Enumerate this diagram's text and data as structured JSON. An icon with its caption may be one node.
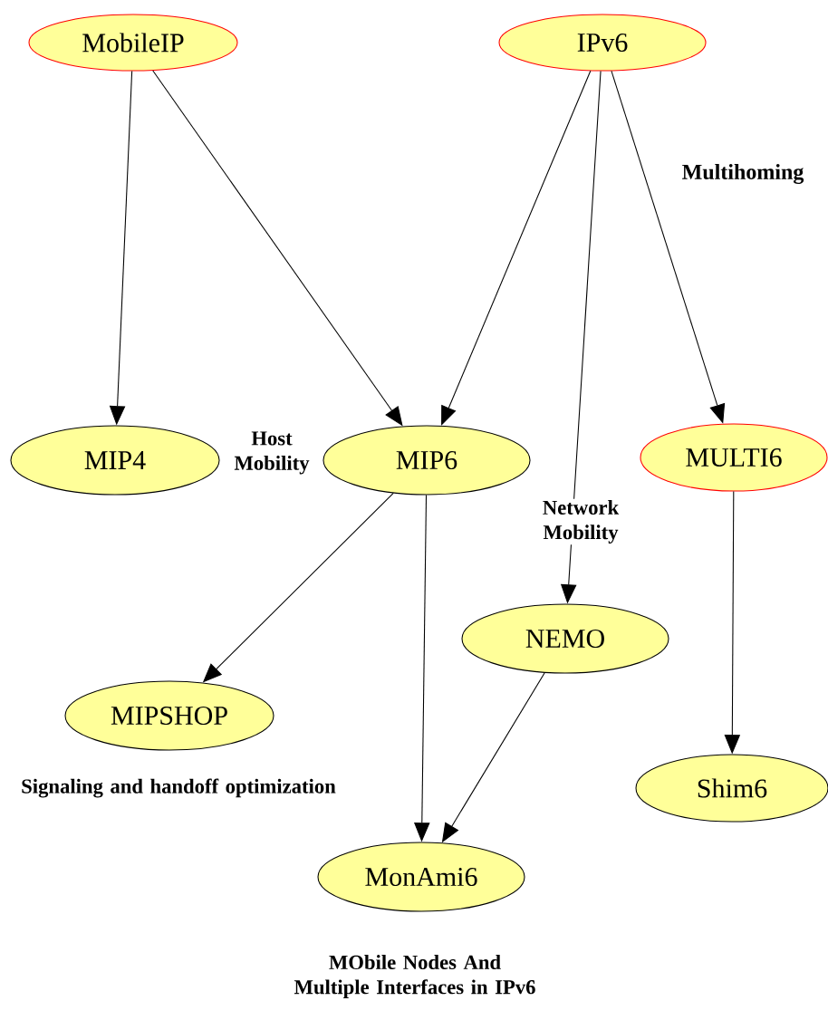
{
  "diagram": {
    "nodes": [
      {
        "text": [
          "MobileIP"
        ]
      },
      {
        "text": [
          "IPv6"
        ]
      },
      {
        "text": [
          "MIP4"
        ]
      },
      {
        "text": [
          "MIP6"
        ],
        "beside": [
          "Host Mobility"
        ]
      },
      {
        "text": [
          "MULTI6"
        ]
      },
      {
        "text": [
          "NEMO"
        ]
      },
      {
        "text": [
          "MIPSHOP"
        ],
        "beside": [
          "Signaling and handoff optimization"
        ]
      },
      {
        "text": [
          "Shim6"
        ]
      },
      {
        "text": [
          "MonAmi6"
        ],
        "beside": [
          "MObile Nodes And Multiple Interfaces in IPv6"
        ]
      }
    ],
    "edges": [
      {
        "from": 0,
        "to": 2,
        "arrow": "to"
      },
      {
        "from": 0,
        "to": 3,
        "arrow": "to"
      },
      {
        "from": 1,
        "to": 3,
        "arrow": "to"
      },
      {
        "from": 1,
        "to": 5,
        "arrow": "to"
      },
      {
        "from": 1,
        "to": 4,
        "label": "Multihoming",
        "arrow": "to"
      },
      {
        "from": 3,
        "to": 6,
        "arrow": "to"
      },
      {
        "from": 3,
        "to": 8,
        "arrow": "to"
      },
      {
        "from": 5,
        "to": 8,
        "arrow": "to"
      },
      {
        "from": 4,
        "to": 7,
        "arrow": "to"
      }
    ],
    "labels": [
      "Network Mobility"
    ]
  }
}
